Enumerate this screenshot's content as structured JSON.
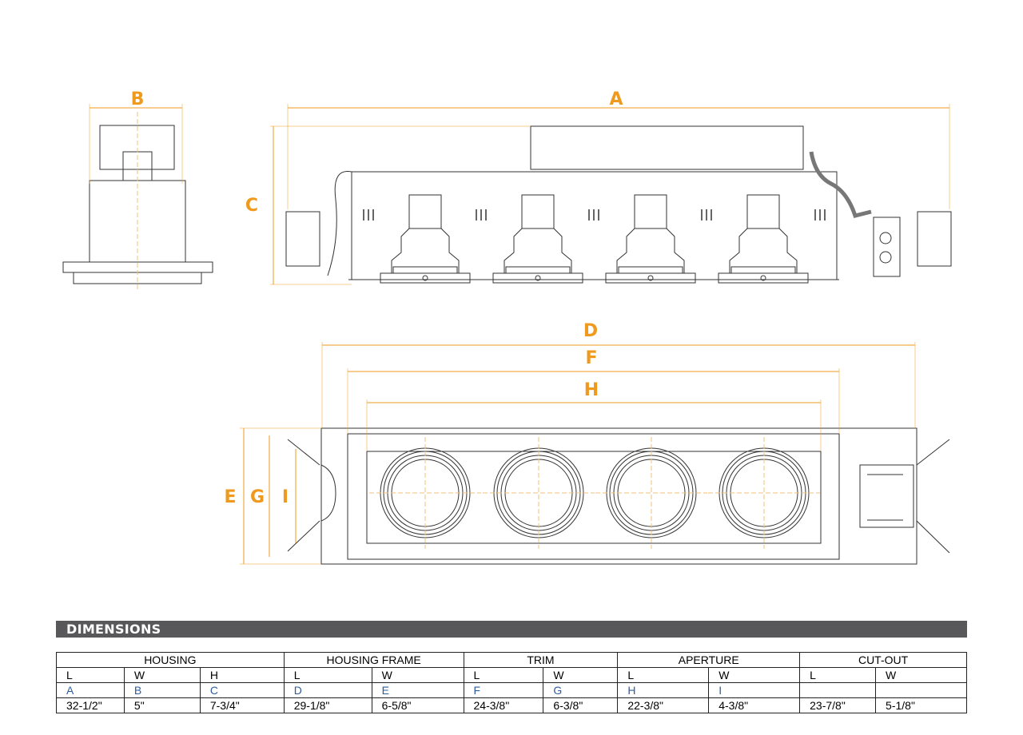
{
  "drawing_labels": {
    "A": "A",
    "B": "B",
    "C": "C",
    "D": "D",
    "E": "E",
    "F": "F",
    "G": "G",
    "H": "H",
    "I": "I"
  },
  "section_title": "DIMENSIONS",
  "table": {
    "groups": [
      "HOUSING",
      "HOUSING FRAME",
      "TRIM",
      "APERTURE",
      "CUT-OUT"
    ],
    "sub": [
      "L",
      "W",
      "H",
      "L",
      "W",
      "L",
      "W",
      "L",
      "W",
      "L",
      "W"
    ],
    "keys": [
      "A",
      "B",
      "C",
      "D",
      "E",
      "F",
      "G",
      "H",
      "I",
      "",
      ""
    ],
    "values": [
      "32-1/2\"",
      "5\"",
      "7-3/4\"",
      "29-1/8\"",
      "6-5/8\"",
      "24-3/8\"",
      "6-3/8\"",
      "22-3/8\"",
      "4-3/8\"",
      "23-7/8\"",
      "5-1/8\""
    ]
  },
  "colors": {
    "dimension": "#ef9a1e",
    "key": "#2f5d9c",
    "bar": "#58585a"
  }
}
